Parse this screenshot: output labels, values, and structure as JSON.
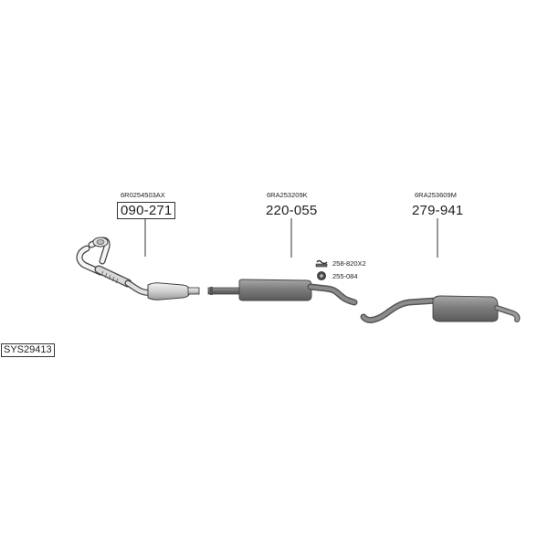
{
  "system_code": "SYS29413",
  "parts": [
    {
      "oe": "6R0254503AX",
      "number": "090-271",
      "boxed": true
    },
    {
      "oe": "6RA253209K",
      "number": "220-055",
      "boxed": false
    },
    {
      "oe": "6RA253609M",
      "number": "279-941",
      "boxed": false
    }
  ],
  "accessories": [
    {
      "number": "258-820X2"
    },
    {
      "number": "255-084"
    }
  ]
}
